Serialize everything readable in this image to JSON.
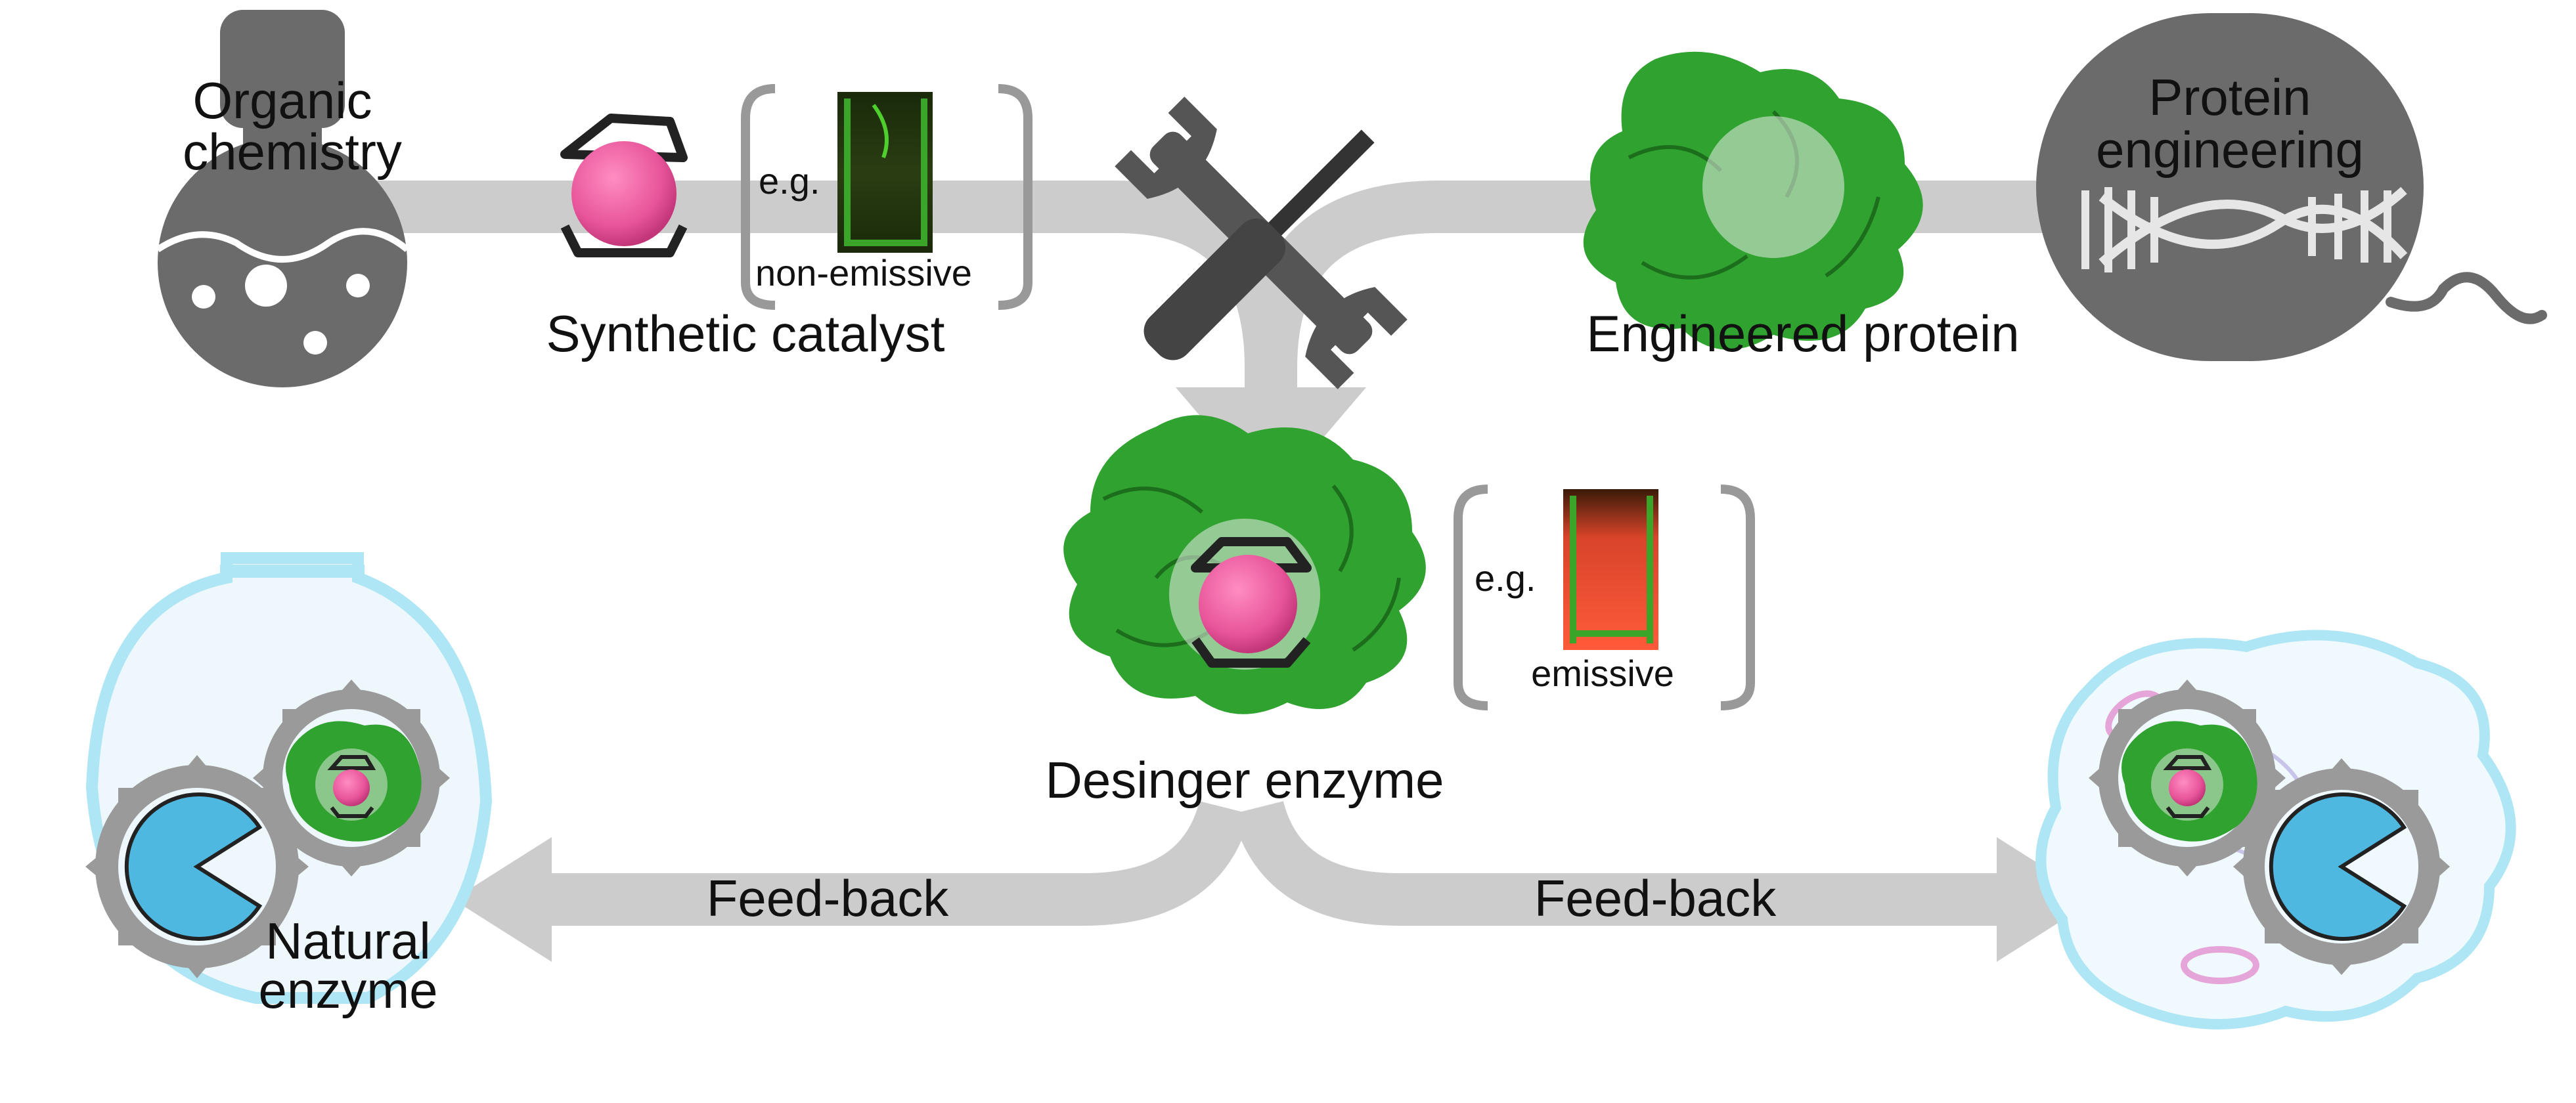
{
  "labels": {
    "organic_chemistry": [
      "Organic",
      "chemistry"
    ],
    "synthetic_catalyst": "Synthetic catalyst",
    "eg_top": "e.g.",
    "non_emissive": "non-emissive",
    "engineered_protein": "Engineered protein",
    "protein_engineering": [
      "Protein",
      "engineering"
    ],
    "designer_enzyme": "Desinger enzyme",
    "eg_mid": "e.g.",
    "emissive": "emissive",
    "feedback_left": "Feed-back",
    "feedback_right": "Feed-back",
    "natural_enzyme": [
      "Natural",
      "enzyme"
    ]
  },
  "colors": {
    "arrow_gray": "#cccccc",
    "dark_gray": "#6b6b6b",
    "protein_green": "#2fa22f",
    "catalyst_pink": "#e8559a",
    "pacman_blue": "#4fb8e0",
    "cell_outline": "#aee6f5"
  },
  "icons": [
    "flask-icon",
    "dna-capsule-icon",
    "tools-icon",
    "gear-icon",
    "pacman-icon",
    "cell-icon",
    "cuvette-photo"
  ]
}
